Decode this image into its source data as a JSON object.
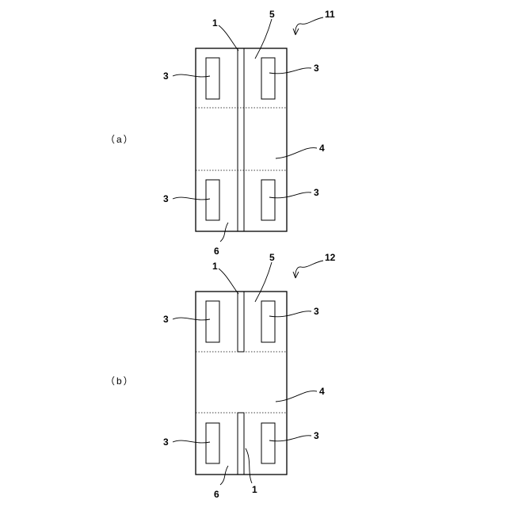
{
  "figure": {
    "panel_a": {
      "label": "（a）",
      "ref_device": "11",
      "ref_line": "1",
      "ref_top": "5",
      "ref_pad_tl": "3",
      "ref_pad_tr": "3",
      "ref_pad_bl": "3",
      "ref_pad_br": "3",
      "ref_middle": "4",
      "ref_bottom": "6"
    },
    "panel_b": {
      "label": "（b）",
      "ref_device": "12",
      "ref_line_top": "1",
      "ref_top": "5",
      "ref_pad_tl": "3",
      "ref_pad_tr": "3",
      "ref_pad_bl": "3",
      "ref_pad_br": "3",
      "ref_middle": "4",
      "ref_bottom": "6",
      "ref_line_bottom": "1"
    }
  }
}
